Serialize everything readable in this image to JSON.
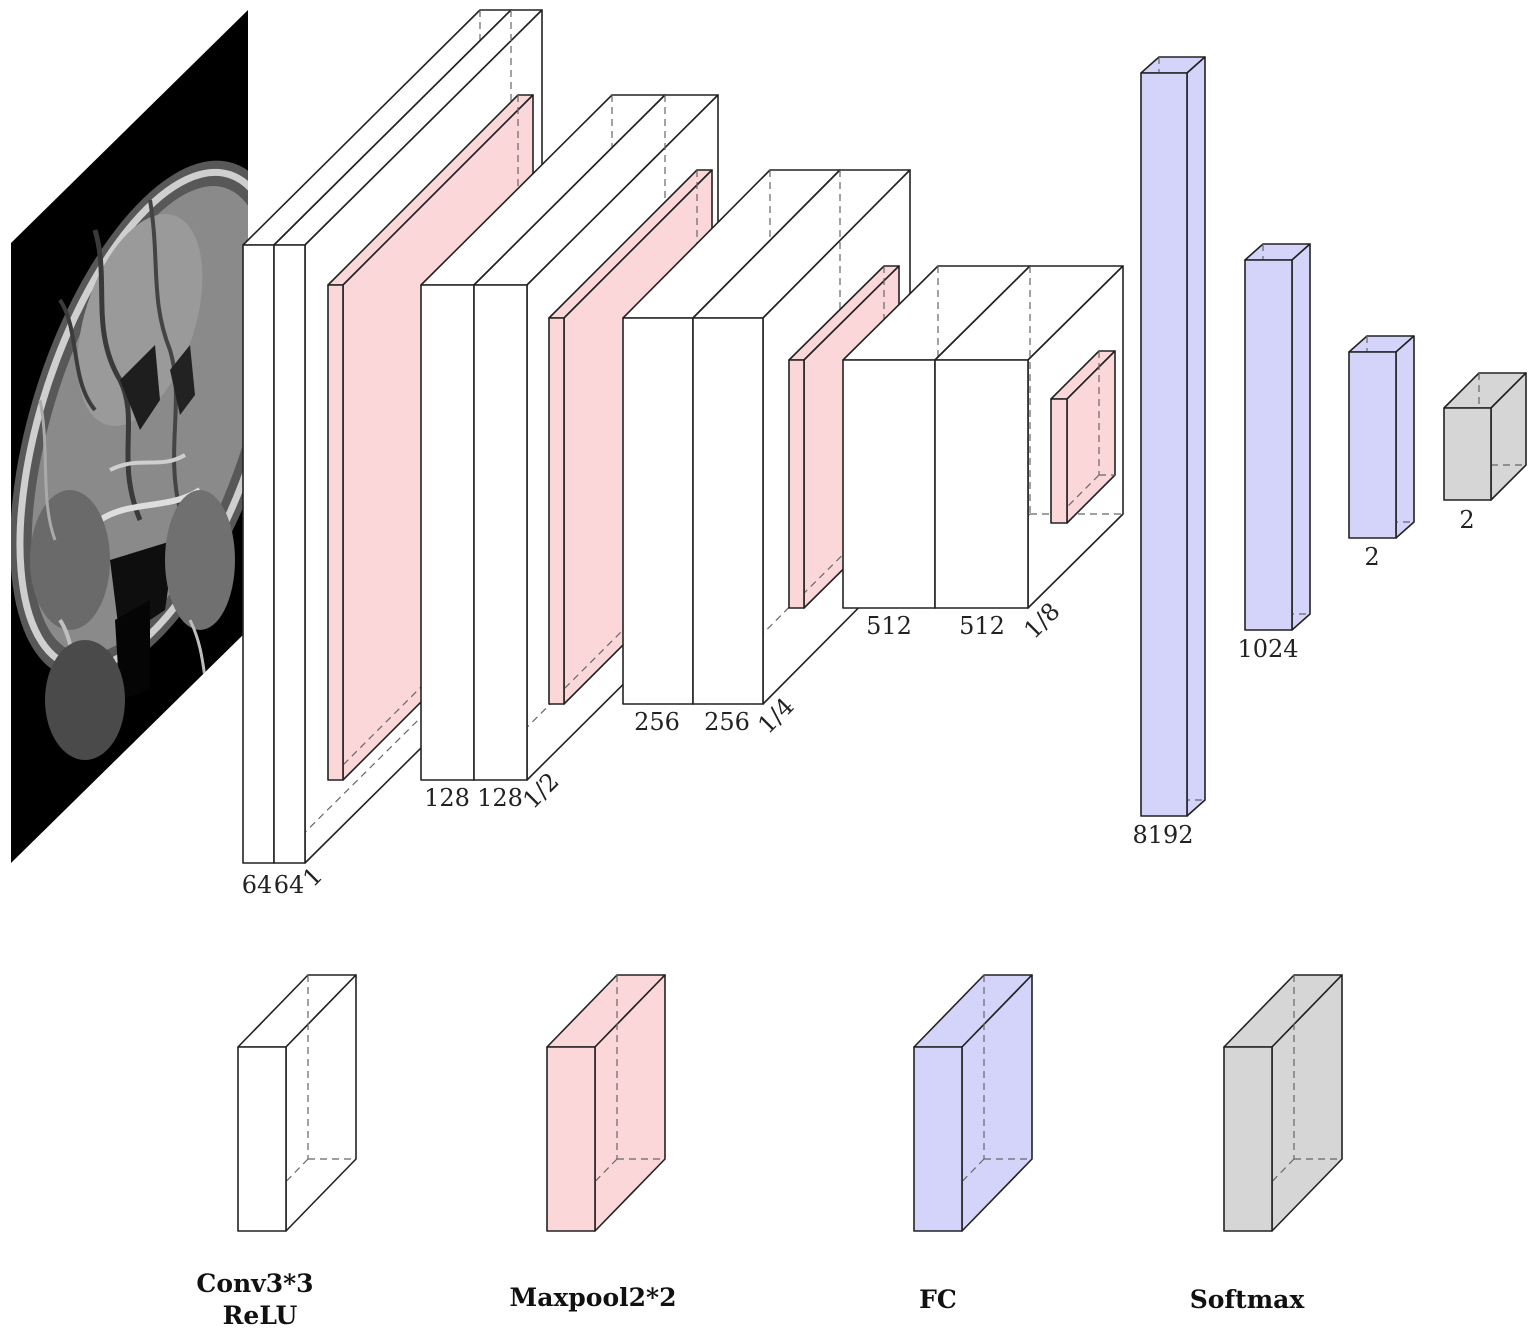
{
  "colors": {
    "conv": "#ffffff",
    "pool": "#fbd7d9",
    "fc": "#d4d4fb",
    "softmax": "#d6d6d6",
    "image_bg": "#000000"
  },
  "input": {
    "icon": "brain-mri-slice-image"
  },
  "blocks": {
    "b1": {
      "channels": [
        "64",
        "64"
      ],
      "scale": "1"
    },
    "b2": {
      "channels": [
        "128",
        "128"
      ],
      "scale": "1/2"
    },
    "b3": {
      "channels": [
        "256",
        "256"
      ],
      "scale": "1/4"
    },
    "b4": {
      "channels": [
        "512",
        "512"
      ],
      "scale": "1/8"
    }
  },
  "fc": [
    "8192",
    "1024",
    "2"
  ],
  "softmax": "2",
  "legend": {
    "conv": {
      "line1": "Conv3*3",
      "line2": "ReLU"
    },
    "pool": "Maxpool2*2",
    "fc": "FC",
    "softmax": "Softmax"
  }
}
